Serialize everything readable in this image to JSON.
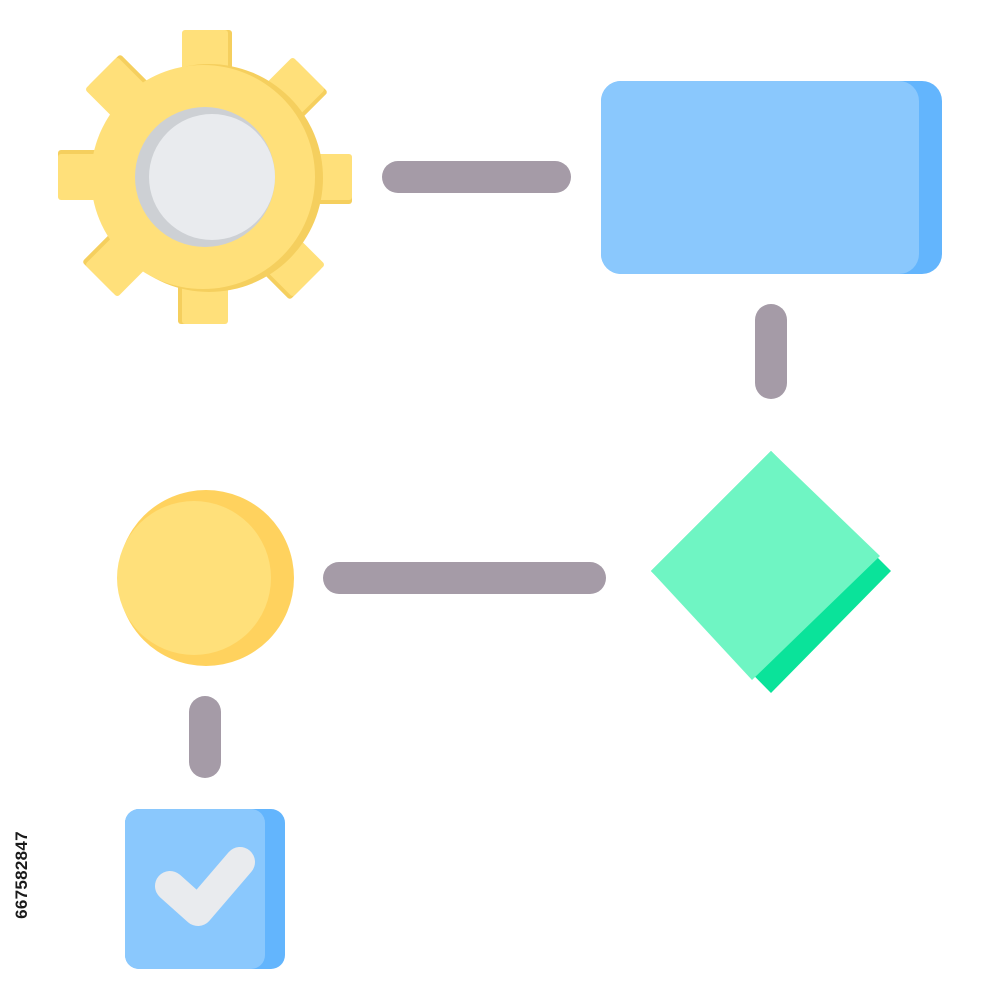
{
  "diagram": {
    "type": "flowchart",
    "nodes": [
      {
        "id": "gear",
        "icon": "gear-icon",
        "color": "#FFE07A",
        "shade": "#F5CF5E",
        "center": "#E9EBEE"
      },
      {
        "id": "process",
        "icon": "rectangle-process",
        "color": "#8AC8FD",
        "shade": "#63B5FD"
      },
      {
        "id": "decision",
        "icon": "diamond-decision",
        "color": "#6FF5C3",
        "shade": "#0AE39A"
      },
      {
        "id": "terminal",
        "icon": "circle-terminal",
        "color": "#FFE07A",
        "shade": "#FFD25E"
      },
      {
        "id": "done",
        "icon": "checkbox-check-icon",
        "color": "#8AC8FD",
        "shade": "#63B5FD",
        "check": "#E9EBEE"
      }
    ],
    "connectors": [
      {
        "from": "gear",
        "to": "process"
      },
      {
        "from": "process",
        "to": "decision"
      },
      {
        "from": "decision",
        "to": "terminal"
      },
      {
        "from": "terminal",
        "to": "done"
      }
    ],
    "connector_color": "#A59BA7"
  },
  "watermark": {
    "stock_id": "667582847"
  }
}
